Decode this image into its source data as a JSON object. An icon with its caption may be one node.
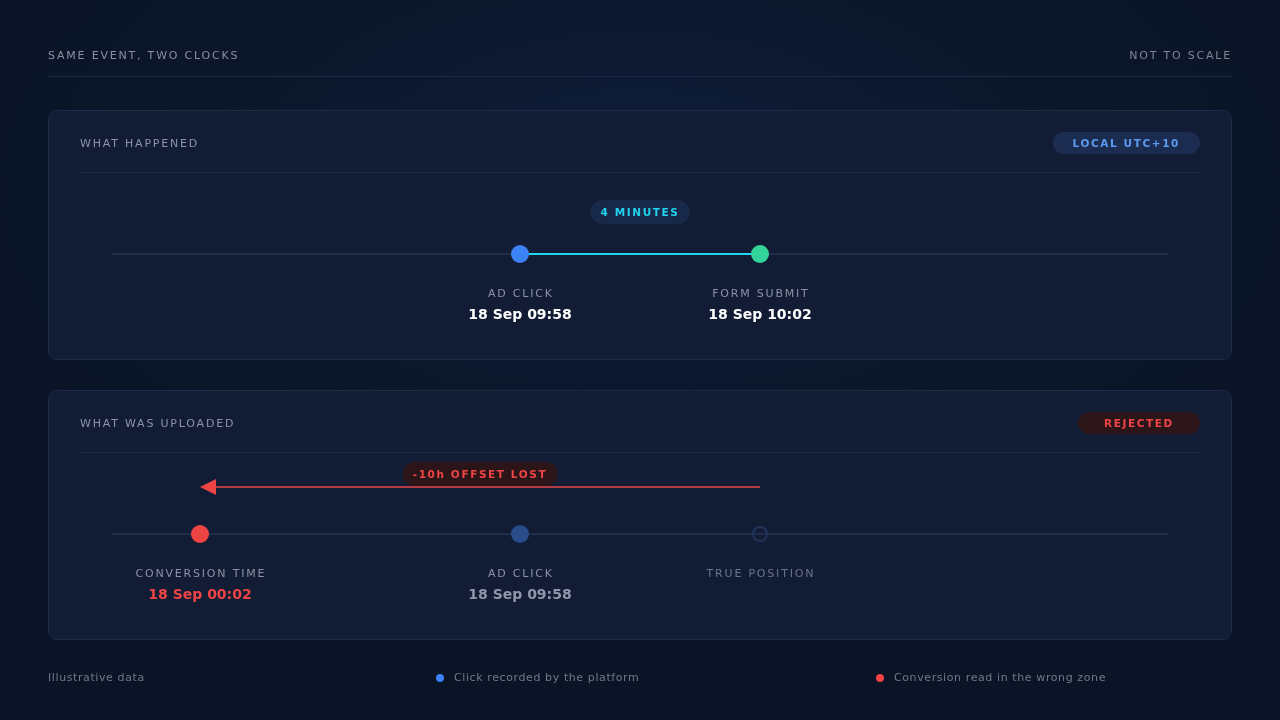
{
  "diagram": {
    "title": "SAME EVENT, TWO CLOCKS",
    "nodes": [
      {
        "text": [
          "WHAT HAPPENED"
        ]
      },
      {
        "text": [
          "LOCAL UTC+10"
        ],
        "in": 0
      },
      {
        "text": [
          "4 MINUTES"
        ],
        "in": 0
      },
      {
        "text": [],
        "shape": "circle",
        "in": 0,
        "beside": [
          "AD CLICK",
          "18 Sep 09:58"
        ]
      },
      {
        "text": [],
        "shape": "circle",
        "in": 0,
        "beside": [
          "FORM SUBMIT",
          "18 Sep 10:02"
        ]
      },
      {
        "text": [
          "WHAT WAS UPLOADED"
        ]
      },
      {
        "text": [
          "REJECTED"
        ],
        "in": 5
      },
      {
        "text": [
          "-10h OFFSET LOST"
        ],
        "in": 5
      },
      {
        "text": [],
        "shape": "circle",
        "in": 5,
        "beside": [
          "CONVERSION TIME",
          "18 Sep 00:02"
        ]
      },
      {
        "text": [],
        "shape": "circle",
        "in": 5,
        "beside": [
          "AD CLICK",
          "18 Sep 09:58"
        ]
      },
      {
        "text": [],
        "shape": "circle",
        "in": 5,
        "beside": [
          "TRUE POSITION"
        ]
      }
    ],
    "edges": [
      {
        "from": 3,
        "to": 4,
        "arrow": "none",
        "color": "#22d3ee"
      }
    ],
    "labels": [
      "NOT TO SCALE",
      "Illustrative data"
    ],
    "legend": [
      {
        "text": "Click recorded by the platform",
        "color": "#3b82f6"
      },
      {
        "text": "Conversion read in the wrong zone",
        "color": "#ef4444"
      }
    ]
  }
}
